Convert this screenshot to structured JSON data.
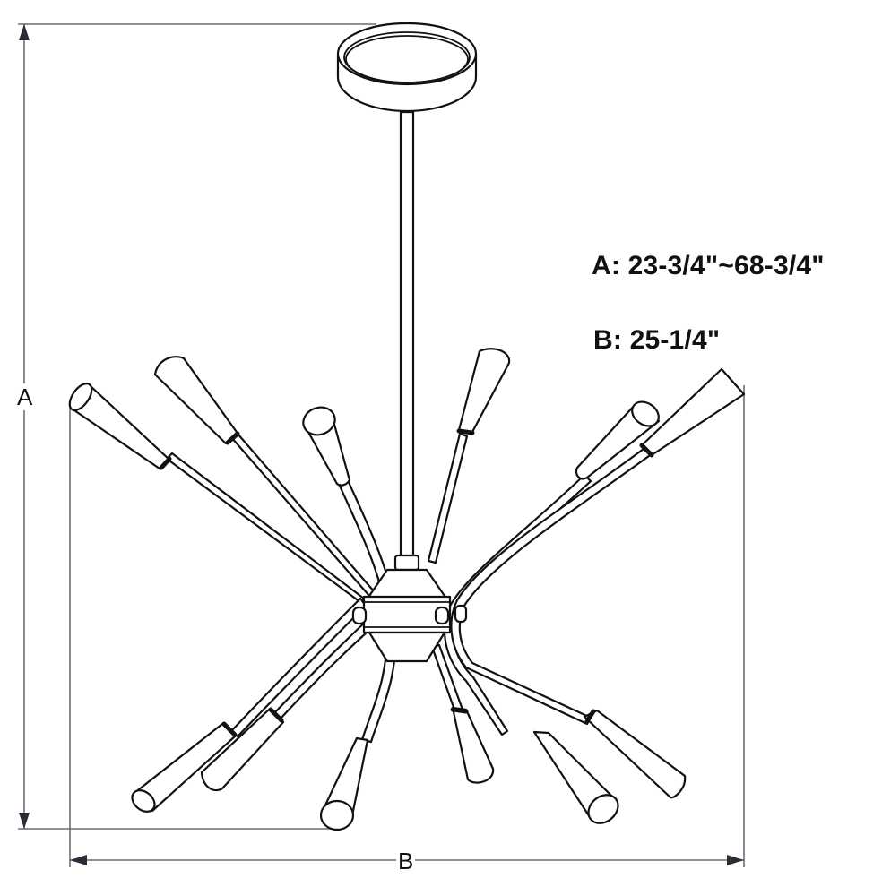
{
  "diagram": {
    "subject": "Sputnik-style chandelier dimension drawing",
    "dimension_labels": {
      "height_letter": "A",
      "width_letter": "B"
    },
    "specs": [
      {
        "label": "A: 23-3/4\"~68-3/4\""
      },
      {
        "label": "B: 25-1/4\""
      }
    ],
    "colors": {
      "line": "#111111",
      "dimension_line": "#6b6e76",
      "background": "#ffffff"
    },
    "parts": [
      "canopy",
      "downrod",
      "center-hub",
      "arms",
      "shades"
    ],
    "arm_count": 12
  }
}
